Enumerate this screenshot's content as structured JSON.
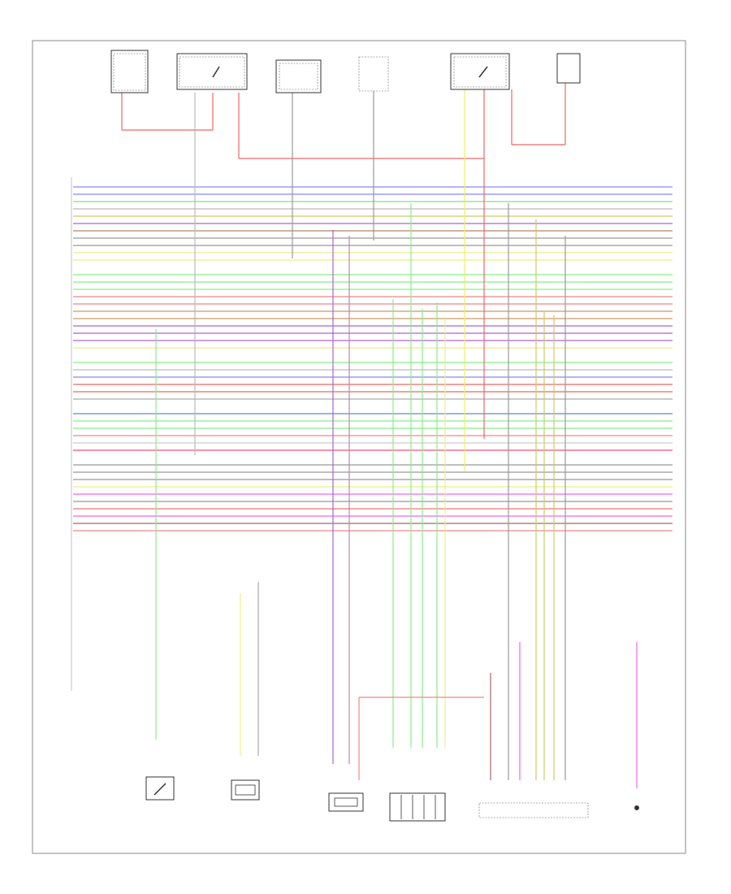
{
  "colors": {
    "background": "#ffffff",
    "frame": "#888888",
    "component_outline": "#333333"
  },
  "diagram": {
    "footer_code": "",
    "ecm_label": "",
    "top_components": [
      {
        "id": "tc1",
        "label": "",
        "sublabel": ""
      },
      {
        "id": "tc2",
        "label": "",
        "sublabel": ""
      },
      {
        "id": "tc3",
        "label": "",
        "sublabel": ""
      },
      {
        "id": "tc4",
        "label": "",
        "sublabel": ""
      },
      {
        "id": "tc5",
        "label": "",
        "sublabel": ""
      },
      {
        "id": "tc6",
        "label": "",
        "sublabel": ""
      }
    ],
    "bottom_components": [
      {
        "id": "bc1",
        "label": ""
      },
      {
        "id": "bc2",
        "label": ""
      },
      {
        "id": "bc3",
        "label": ""
      },
      {
        "id": "bc4",
        "label": ""
      },
      {
        "id": "bc5",
        "label": ""
      },
      {
        "id": "bc6",
        "label": ""
      }
    ],
    "wires": [
      {
        "c": "#8888ff",
        "l": ""
      },
      {
        "c": "#8888ff",
        "l": ""
      },
      {
        "c": "#88dd88",
        "l": ""
      },
      {
        "c": "#bbbbbb",
        "l": ""
      },
      {
        "c": "#cccc66",
        "l": ""
      },
      {
        "c": "#aa66cc",
        "l": ""
      },
      {
        "c": "#aa8866",
        "l": ""
      },
      {
        "c": "#999999",
        "l": ""
      },
      {
        "c": "#999999",
        "l": ""
      },
      {
        "c": "#eeee88",
        "l": ""
      },
      {
        "c": "#eeee88",
        "l": ""
      },
      {
        "c": "#88ee88",
        "l": ""
      },
      {
        "c": "#88ee88",
        "l": ""
      },
      {
        "c": "#88ee88",
        "l": ""
      },
      {
        "c": "#ee8888",
        "l": ""
      },
      {
        "c": "#ee8888",
        "l": ""
      },
      {
        "c": "#cc9966",
        "l": ""
      },
      {
        "c": "#cc9966",
        "l": ""
      },
      {
        "c": "#aa66cc",
        "l": ""
      },
      {
        "c": "#aa66cc",
        "l": ""
      },
      {
        "c": "#aa66cc",
        "l": ""
      },
      {
        "c": "#eeee88",
        "l": ""
      },
      {
        "c": "#88ee88",
        "l": ""
      },
      {
        "c": "#bbbbbb",
        "l": ""
      },
      {
        "c": "#8888ee",
        "l": ""
      },
      {
        "c": "#ee6666",
        "l": ""
      },
      {
        "c": "#ee6666",
        "l": ""
      },
      {
        "c": "#aaaaaa",
        "l": ""
      },
      {
        "c": "#6688cc",
        "l": ""
      },
      {
        "c": "#88ee88",
        "l": ""
      },
      {
        "c": "#88ee88",
        "l": ""
      },
      {
        "c": "#ee8888",
        "l": ""
      },
      {
        "c": "#cccccc",
        "l": ""
      },
      {
        "c": "#ee5577",
        "l": ""
      },
      {
        "c": "#999999",
        "l": ""
      },
      {
        "c": "#999999",
        "l": ""
      },
      {
        "c": "#999999",
        "l": ""
      },
      {
        "c": "#eeee88",
        "l": ""
      },
      {
        "c": "#ee66ee",
        "l": ""
      },
      {
        "c": "#999999",
        "l": ""
      },
      {
        "c": "#ee7777",
        "l": ""
      },
      {
        "c": "#ee66ee",
        "l": ""
      },
      {
        "c": "#aa6666",
        "l": ""
      },
      {
        "c": "#ee8888",
        "l": ""
      }
    ]
  }
}
